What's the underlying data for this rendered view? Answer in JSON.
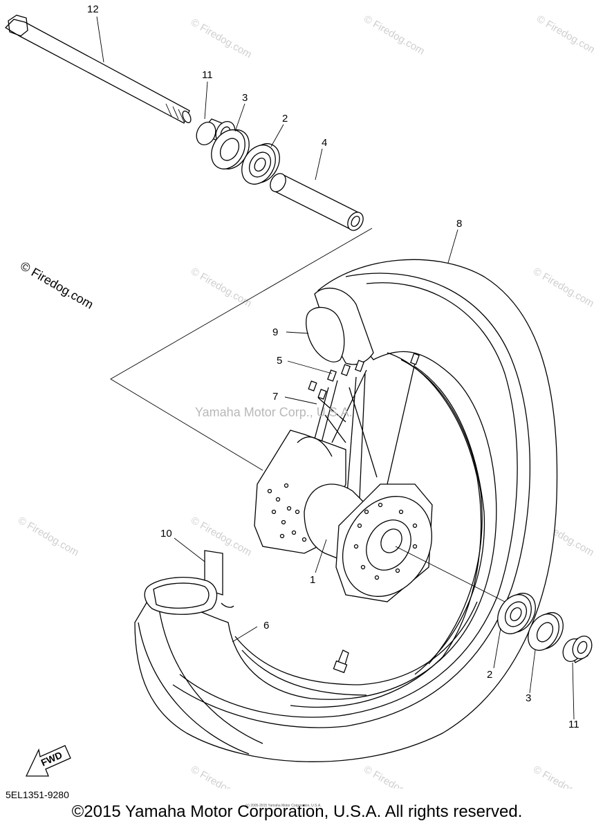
{
  "diagram": {
    "callouts": {
      "c1": "1",
      "c2a": "2",
      "c2b": "2",
      "c3a": "3",
      "c3b": "3",
      "c4": "4",
      "c5": "5",
      "c6": "6",
      "c7": "7",
      "c8": "8",
      "c9": "9",
      "c10": "10",
      "c11a": "11",
      "c11b": "11",
      "c12": "12"
    },
    "fwd_label": "FWD",
    "center_watermark": "Yamaha Motor Corp., U.S.A.",
    "side_watermark": "© Firedog.com",
    "bg_watermark": "© Firedog.com"
  },
  "footer": {
    "diagram_code": "5EL1351-9280",
    "copyright": "©2015 Yamaha Motor Corporation, U.S.A. All rights reserved.",
    "tiny_copyright": "(c) 2005-2015 Yamaha Motor Corporation, U.S.A."
  }
}
